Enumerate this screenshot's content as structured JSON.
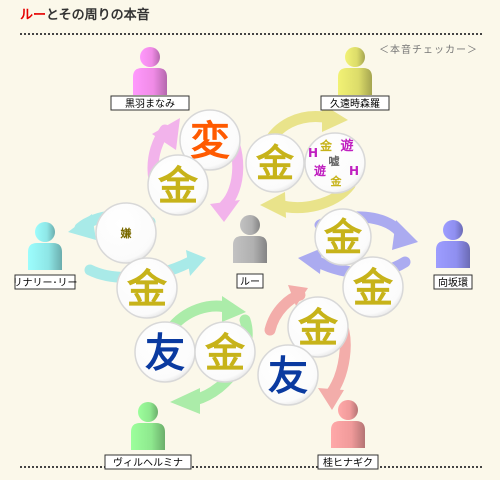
{
  "header": {
    "title_highlight": "ルー",
    "title_rest": "とその周りの本音",
    "subtitle": "＜本音チェッカー＞"
  },
  "center": {
    "name": "ルー",
    "color": "#b0b0b0"
  },
  "characters": [
    {
      "id": "kuroba",
      "name": "黒羽まなみ",
      "color": "#f08be6"
    },
    {
      "id": "kuon",
      "name": "久遠時森羅",
      "color": "#dcdc6a"
    },
    {
      "id": "lily",
      "name": "リナリー･リー",
      "color": "#8ee6e6"
    },
    {
      "id": "kosaka",
      "name": "向坂環",
      "color": "#8f8ff0"
    },
    {
      "id": "wilhelmina",
      "name": "ヴィルヘルミナ",
      "color": "#8ee88e"
    },
    {
      "id": "hinagiku",
      "name": "桂ヒナギク",
      "color": "#f09a9a"
    }
  ],
  "feelings": {
    "kin": "金",
    "hen": "変",
    "tomo": "友",
    "suki": "嫌",
    "kuon_mix": [
      "金",
      "遊",
      "嘘",
      "H",
      "遊",
      "H",
      "金"
    ]
  },
  "colors": {
    "kin": "#c7b31a",
    "hen": "#ff5a00",
    "tomo": "#0a3aa0",
    "mix": "#c020c0"
  }
}
